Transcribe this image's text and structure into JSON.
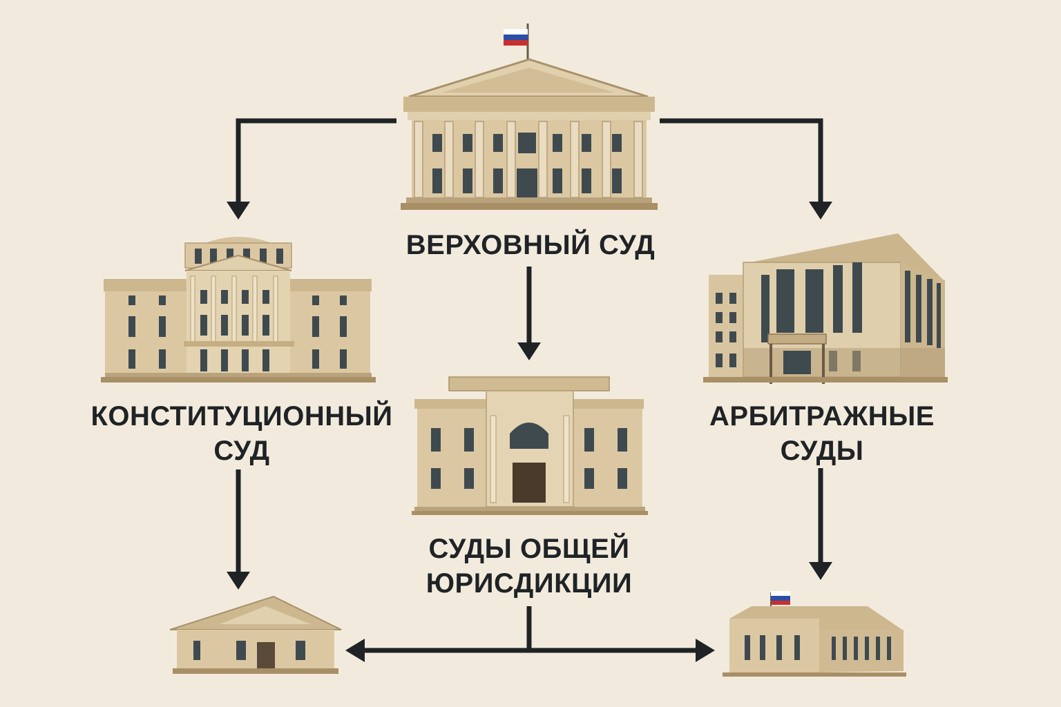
{
  "nodes": {
    "supreme": {
      "line1": "ВЕРХОВНЫЙ СУД"
    },
    "constitutional": {
      "line1": "КОНСТИТУЦИОННЫЙ",
      "line2": "СУД"
    },
    "general": {
      "line1": "СУДЫ ОБЩЕЙ",
      "line2": "ЮРИСДИКЦИИ"
    },
    "arbitration": {
      "line1": "АРБИТРАЖНЫЕ",
      "line2": "СУДЫ"
    }
  },
  "colors": {
    "background": "#f2ebdd",
    "arrow": "#1f2326",
    "stone": "#dccaa6",
    "stone_dark": "#b9a37c",
    "window": "#3f4a4f",
    "flag_white": "#ffffff",
    "flag_blue": "#2a4fa8",
    "flag_red": "#c8302e"
  }
}
